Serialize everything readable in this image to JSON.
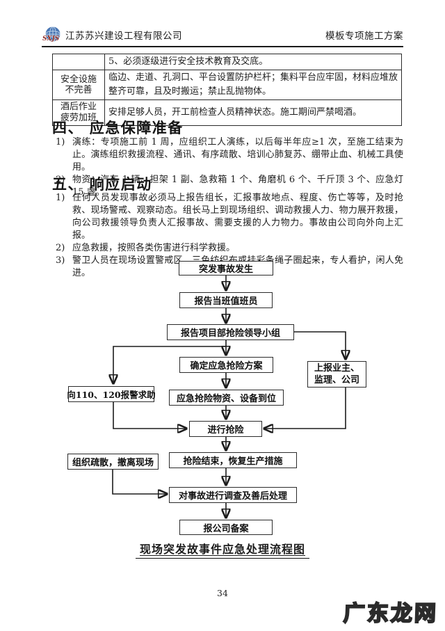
{
  "header": {
    "company": "江苏苏兴建设工程有限公司",
    "doc_title": "模板专项施工方案",
    "logo_text": "SXJS"
  },
  "risk_table": {
    "rows": [
      {
        "category": "",
        "measure": "5、必须逐级进行安全技术教育及交底。"
      },
      {
        "category": "安全设施\n不完善",
        "measure": "临边、走道、孔洞口、平台设置防护栏杆；集料平台应牢固，材料应堆放整齐可靠，且及时搬运；禁止乱抛物体。"
      },
      {
        "category": "酒后作业\n疲劳加班",
        "measure": "安排足够人员，开工前检查人员精神状态。施工期间严禁喝酒。"
      }
    ]
  },
  "section4": {
    "title": "四、 应急保障准备",
    "items": [
      {
        "num": "1)",
        "text": "演练：专项施工前 1 周，应组织工人演练，以后每半年应≥1 次，至施工结束为止。演练组织救援流程、通讯、有序疏散、培训心肺复苏、绷带止血、机械工具使用。"
      },
      {
        "num": "2)",
        "text": "物资：汽车 1 辆、担架 1 副、急救箱 1 个、角磨机 6 个、千斤顶 3 个、应急灯 15 盏。"
      }
    ]
  },
  "section5": {
    "title": "五、 响应启动",
    "items": [
      {
        "num": "1)",
        "text": "任何人员发现事故必须马上报告组长，汇报事故地点、程度、伤亡等等，及时抢救、现场警戒、观察动态。组长马上到现场组织、调动救援人力、物力展开救援，向公司救援领导负责人汇报事故、需要支援的人力物力。事故由公司向外向上汇报。"
      },
      {
        "num": "2)",
        "text": "应急救援，按照各类伤害进行科学救援。"
      },
      {
        "num": "3)",
        "text": "警卫人员在现场设置警戒区，三色纺织布或挂彩条绳子圈起来，专人看护，闲人免进。"
      }
    ]
  },
  "flowchart": {
    "caption": "现场突发故事件应急处理流程图",
    "nodes": {
      "start": "突发事故发生",
      "report_duty": "报告当班值班员",
      "report_team": "报告项目部抢险领导小组",
      "plan": "确定应急抢险方案",
      "supplies": "应急抢险物资、设备到位",
      "rescue": "进行抢险",
      "recover": "抢险结束，恢复生产措施",
      "investigate": "对事故进行调查及善后处理",
      "file": "报公司备案",
      "call_police": "向110、120报警求助",
      "evacuate": "组织疏散，撤离现场",
      "notify": "上报业主、\n监理、公司"
    }
  },
  "footer": {
    "page_number": "34",
    "watermark": "广东龙网"
  },
  "colors": {
    "logo_globe": "#4a77b4",
    "logo_letters": "#8f2c25",
    "body_text": "#1d1d1d",
    "watermark_outline": "#2b2b2b"
  }
}
